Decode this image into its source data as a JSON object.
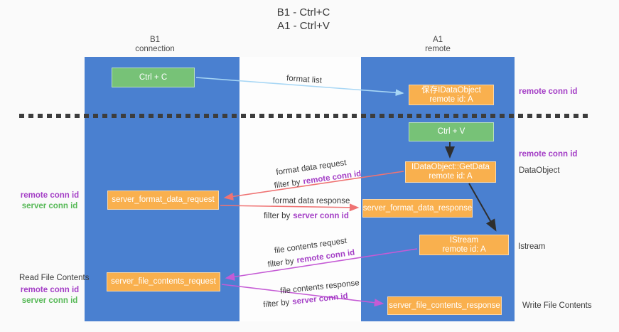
{
  "title": {
    "line1": "B1 - Ctrl+C",
    "line2": "A1 - Ctrl+V"
  },
  "columns": {
    "left": {
      "name": "B1",
      "role": "connection"
    },
    "right": {
      "name": "A1",
      "role": "remote"
    }
  },
  "boxes": {
    "ctrl_c": "Ctrl + C",
    "save_idataobject": {
      "line1": "保存IDataObject",
      "line2": "remote id: A"
    },
    "ctrl_v": "Ctrl + V",
    "getdata": {
      "line1": "IDataObject::GetData",
      "line2": "remote id: A"
    },
    "format_request": "server_format_data_request",
    "format_response": "server_format_data_response",
    "istream": {
      "line1": "IStream",
      "line2": "remote id: A"
    },
    "file_request": "server_file_contents_request",
    "file_response": "server_file_contents_response"
  },
  "flow_labels": {
    "format_list": "format list",
    "format_data_request": "format data request",
    "format_data_response": "format data response",
    "file_contents_request": "file contents request",
    "file_contents_response": "file contents response",
    "filter_by": "filter by",
    "remote_conn_id": "remote conn id",
    "server_conn_id": "server conn id"
  },
  "side_labels": {
    "remote_conn_id": "remote conn id",
    "server_conn_id": "server conn id",
    "dataobject": "DataObject",
    "istream": "Istream",
    "read_file_contents": "Read File Contents",
    "write_file_contents": "Write File Contents"
  },
  "colors": {
    "column_blue": "#4a80d0",
    "box_green": "#77c277",
    "box_orange": "#f9b04e",
    "arrow_lightblue": "#a8d7f5",
    "arrow_salmon": "#ef7373",
    "arrow_magenta": "#c55bd5",
    "arrow_black": "#2e2e2e",
    "label_purple": "#a43fc6",
    "label_green": "#57b957",
    "dashed_line": "#3d3d3d"
  }
}
